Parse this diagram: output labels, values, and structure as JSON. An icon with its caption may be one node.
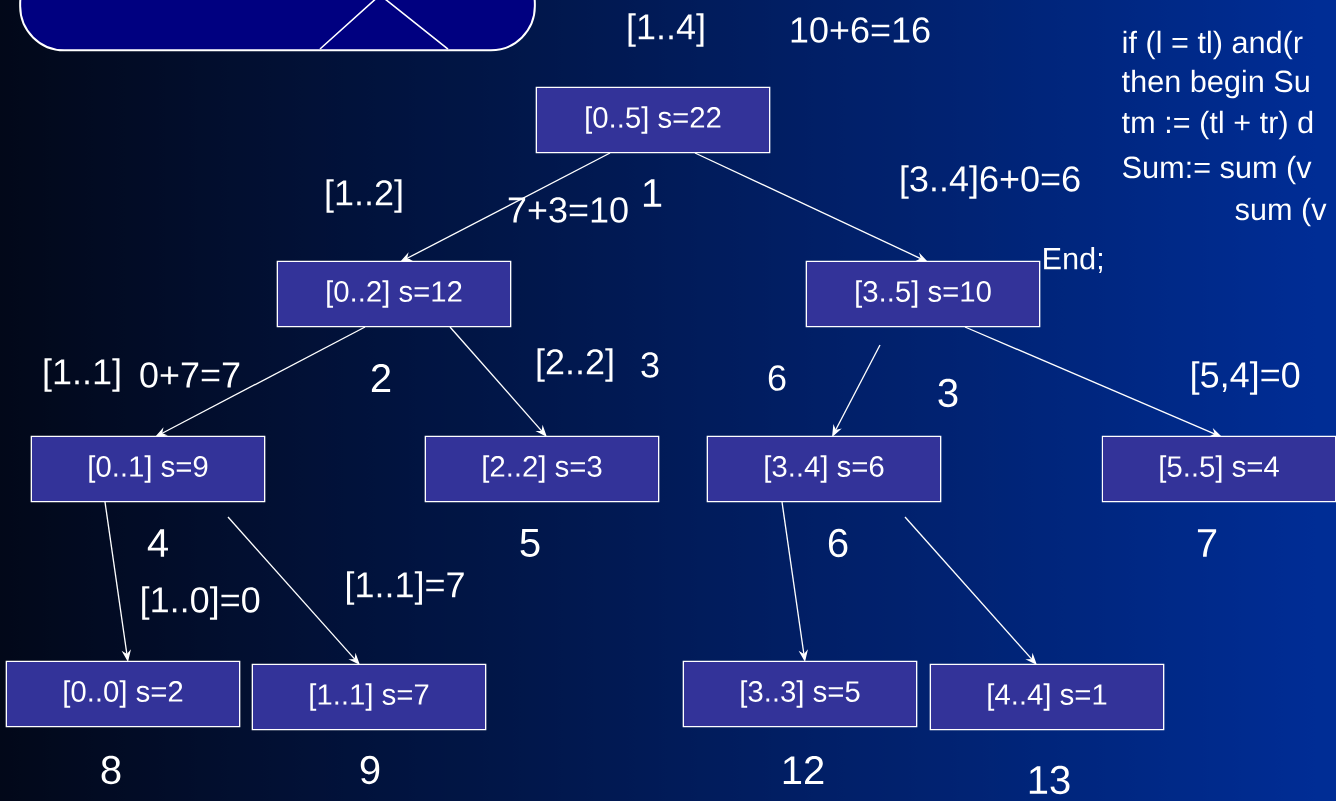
{
  "diagram": {
    "nodes": [
      {
        "text": [],
        "shape": "box"
      },
      {
        "text": [
          "[0..5] s=22"
        ],
        "beside": [
          "1"
        ]
      },
      {
        "text": [
          "[0..2] s=12"
        ],
        "beside": [
          "2"
        ]
      },
      {
        "text": [
          "[3..5] s=10"
        ],
        "beside": [
          "3"
        ]
      },
      {
        "text": [
          "[0..1] s=9"
        ],
        "beside": [
          "4"
        ]
      },
      {
        "text": [
          "[2..2] s=3"
        ],
        "beside": [
          "5"
        ]
      },
      {
        "text": [
          "[3..4] s=6"
        ],
        "beside": [
          "6"
        ]
      },
      {
        "text": [
          "[5..5] s=4"
        ],
        "beside": [
          "7"
        ]
      },
      {
        "text": [
          "[0..0] s=2"
        ],
        "beside": [
          "8"
        ]
      },
      {
        "text": [
          "[1..1] s=7"
        ],
        "beside": [
          "9"
        ]
      },
      {
        "text": [
          "[3..3] s=5"
        ],
        "beside": [
          "12"
        ]
      },
      {
        "text": [
          "[4..4] s=1"
        ],
        "beside": [
          "13"
        ]
      }
    ],
    "edges": [
      {
        "from": 1,
        "to": 2,
        "arrow": "to"
      },
      {
        "from": 1,
        "to": 3,
        "arrow": "to"
      },
      {
        "from": 2,
        "to": 4,
        "arrow": "to"
      },
      {
        "from": 2,
        "to": 5,
        "arrow": "to"
      },
      {
        "from": 3,
        "to": 6,
        "arrow": "to"
      },
      {
        "from": 3,
        "to": 7,
        "arrow": "to"
      },
      {
        "from": 4,
        "to": 8,
        "arrow": "to"
      },
      {
        "from": 4,
        "to": 9,
        "arrow": "to"
      },
      {
        "from": 6,
        "to": 10,
        "arrow": "to"
      },
      {
        "from": 6,
        "to": 11,
        "arrow": "to"
      }
    ],
    "labels": [
      "[1..4]",
      "10+6=16",
      "if (l = tl) and(r",
      "then begin Su",
      "tm := (tl + tr) d",
      "[1..2]",
      "7+3=10",
      "[3..4]6+0=6",
      "Sum:= sum (v",
      "sum (v",
      "End;",
      "[1..1]",
      "0+7=7",
      "[2..2]",
      "3",
      "6",
      "[5,4]=0",
      "[1..0]=0",
      "[1..1]=7"
    ]
  }
}
